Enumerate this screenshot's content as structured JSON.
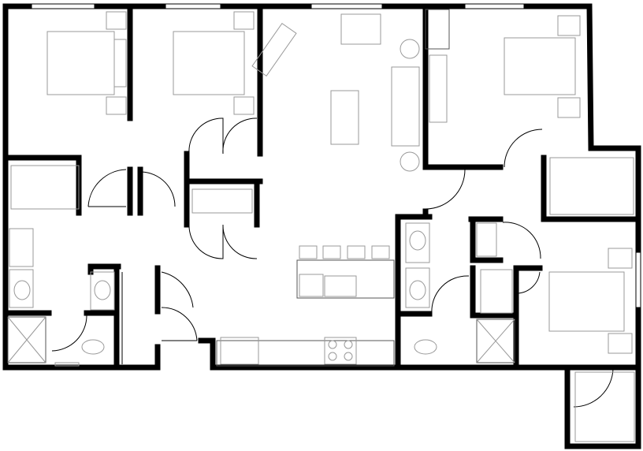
{
  "plan": {
    "colors": {
      "walls": "#000000",
      "furniture": "#999999",
      "background": "#ffffff"
    },
    "rooms": [
      {
        "id": "bedroom-1",
        "fixtures": [
          "bed-icon",
          "nightstand-icon",
          "dresser-icon"
        ]
      },
      {
        "id": "bedroom-2",
        "fixtures": [
          "bed-icon",
          "nightstand-icon",
          "dresser-icon"
        ]
      },
      {
        "id": "living-room",
        "fixtures": [
          "sofa-icon",
          "armchair-icon",
          "coffee-table-icon",
          "side-table-icon",
          "chaise-icon"
        ]
      },
      {
        "id": "bedroom-3",
        "fixtures": [
          "bed-icon",
          "nightstand-icon",
          "dresser-icon"
        ]
      },
      {
        "id": "bedroom-4",
        "fixtures": [
          "bed-icon",
          "nightstand-icon",
          "dresser-icon"
        ]
      },
      {
        "id": "kitchen",
        "fixtures": [
          "sink-icon",
          "range-icon",
          "refrigerator-icon",
          "dishwasher-icon",
          "bar-stool-icon"
        ]
      },
      {
        "id": "bathroom-1",
        "fixtures": [
          "toilet-icon",
          "shower-icon",
          "vanity-icon"
        ]
      },
      {
        "id": "bathroom-2",
        "fixtures": [
          "toilet-icon",
          "shower-icon",
          "vanity-icon"
        ]
      },
      {
        "id": "laundry",
        "fixtures": [
          "washer-icon",
          "dryer-icon"
        ]
      }
    ]
  }
}
